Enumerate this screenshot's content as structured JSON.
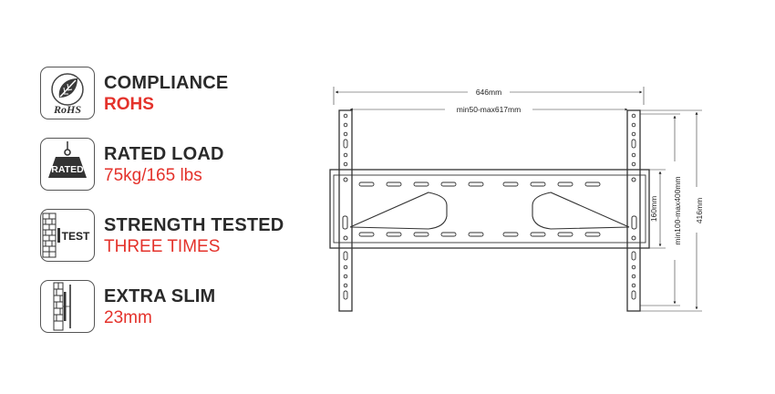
{
  "features": [
    {
      "title": "COMPLIANCE",
      "subtitle": "ROHS",
      "icon": "rohs-leaf-icon",
      "icon_text": "RoHS"
    },
    {
      "title": "RATED LOAD",
      "subtitle": "75kg/165 lbs",
      "icon": "rated-weight-icon",
      "icon_text": "RATED"
    },
    {
      "title": "STRENGTH TESTED",
      "subtitle": "THREE TIMES",
      "icon": "test-wall-icon",
      "icon_text": "TEST"
    },
    {
      "title": "EXTRA SLIM",
      "subtitle": "23mm",
      "icon": "slim-profile-icon"
    }
  ],
  "diagram": {
    "overall_width": "646mm",
    "stud_range": "min50-max617mm",
    "hole_spacing": "160mm",
    "vesa_range": "min100-max400mm",
    "overall_height": "416mm"
  },
  "colors": {
    "accent": "#e4322b",
    "text": "#2a2a2a",
    "line": "#333333"
  }
}
